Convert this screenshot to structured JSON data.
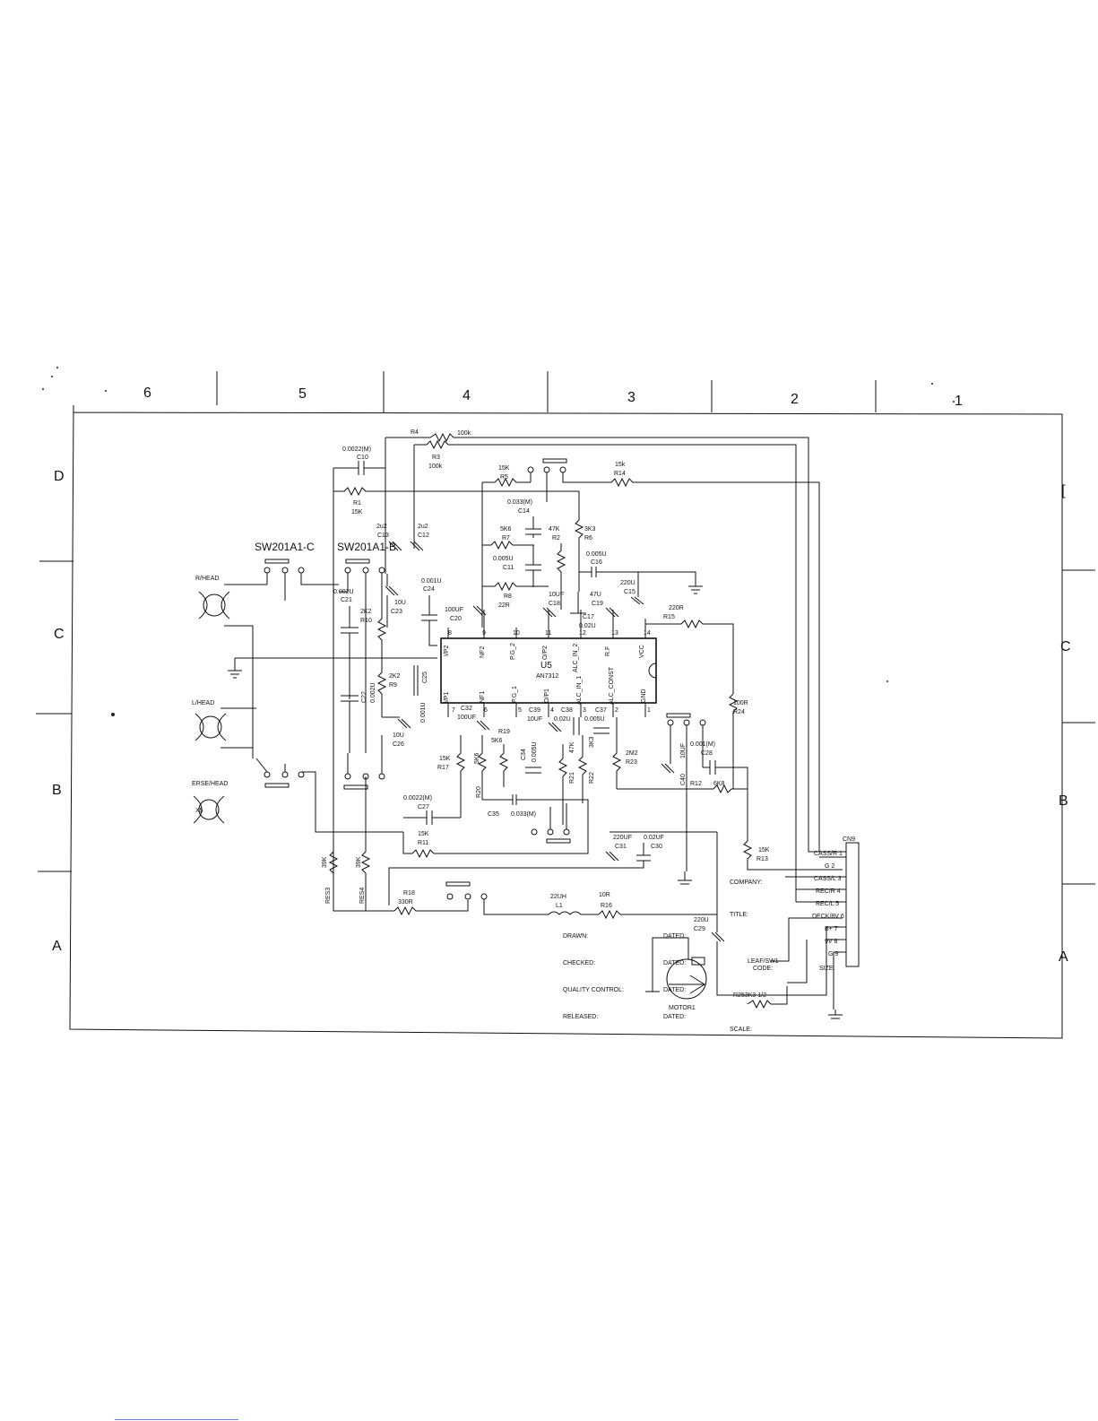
{
  "zones": {
    "top": [
      "6",
      "5",
      "4",
      "3",
      "2",
      "1"
    ],
    "left": [
      "D",
      "C",
      "B",
      "A"
    ],
    "right": [
      "[",
      "C",
      "B",
      "A"
    ]
  },
  "ic": {
    "ref": "U5",
    "part": "AN7312",
    "pins_top": [
      "I/P2",
      "NF2",
      "P.G_2",
      "O/P2",
      "ALC_IN_2",
      "R.F",
      "VCC"
    ],
    "pins_bottom": [
      "I/P1",
      "NF1",
      "P.G_1",
      "O/P1",
      "ALC_IN_1",
      "ALC_CONST",
      "GND"
    ],
    "pin_nums_top": [
      "8",
      "9",
      "10",
      "11",
      "12",
      "13",
      "14"
    ],
    "pin_nums_bottom": [
      "7",
      "6",
      "5",
      "4",
      "3",
      "2",
      "1"
    ]
  },
  "switches": {
    "sw_c": "SW201A1-C",
    "sw_b": "SW201A1-B"
  },
  "heads": {
    "r_head": "R/HEAD",
    "l_head": "L/HEAD",
    "erase_head": "ERSE/HEAD",
    "erase_ref": "X5"
  },
  "components": {
    "r4": "R4",
    "r4_val": "100k",
    "r3": "R3",
    "r3_val": "100k",
    "c10_val": "0.0022(M)",
    "c10": "C10",
    "r1": "R1",
    "r1_val": "15K",
    "c13_val": "2u2",
    "c13": "C13",
    "c12_val": "2u2",
    "c12": "C12",
    "r5_val": "15K",
    "r5": "R5",
    "r14_val": "15k",
    "r14": "R14",
    "c14_val": "0.033(M)",
    "c14": "C14",
    "r7_val": "5K6",
    "r7": "R7",
    "r2_val": "47K",
    "r2": "R2",
    "r6_val": "3K3",
    "r6": "R6",
    "c11_val": "0.005U",
    "c11": "C11",
    "c16_val": "0.005U",
    "c16": "C16",
    "c15_val": "220U",
    "c15": "C15",
    "c24_val": "0.001U",
    "c24": "C24",
    "c21_val": "0.002U",
    "c21": "C21",
    "c23_val": "10U",
    "c23": "C23",
    "c20_val": "100UF",
    "c20": "C20",
    "r8": "R8",
    "r8_val": "22R",
    "c18_val": "10UF",
    "c18": "C18",
    "c19_val": "47U",
    "c19": "C19",
    "c17": "C17",
    "c17_val": "0.02U",
    "r15_val": "220R",
    "r15": "R15",
    "r10_val": "2K2",
    "r10": "R10",
    "c25": "C25",
    "r9_val": "2K2",
    "r9": "R9",
    "c22": "C22",
    "c22_val": "0.002U",
    "c25_val": "0.001U",
    "c26_val": "10U",
    "c26": "C26",
    "c32": "C32",
    "c32_val": "100UF",
    "c39": "C39",
    "c39_val": "10UF",
    "c38": "C38",
    "c38_val": "0.02U",
    "c37": "C37",
    "c37_val": "0.005U",
    "r24_val": "100R",
    "r24": "R24",
    "r19": "R19",
    "r19_val": "5K6",
    "c34": "C34",
    "c34_val": "0.005U",
    "r17_val": "15K",
    "r17": "R17",
    "r20_val": "5K6",
    "r20": "R20",
    "r21": "R21",
    "r21_val": "47K",
    "r22": "R22",
    "r22_val": "3K3",
    "r23_val": "2M2",
    "r23": "R23",
    "c28_val": "0.001(M)",
    "c28": "C28",
    "c40": "C40",
    "c40_val": "10UF",
    "r12": "R12",
    "r12_val": "6K8",
    "c27_val": "0.0022(M)",
    "c27": "C27",
    "c35": "C35",
    "c35_val": "0.033(M)",
    "r11_val": "15K",
    "r11": "R11",
    "c31_val": "220UF",
    "c31": "C31",
    "c30_val": "0.02UF",
    "c30": "C30",
    "r13_val": "15K",
    "r13": "R13",
    "res3_val": "39K",
    "res3": "RES3",
    "res4_val": "39K",
    "res4": "RES4",
    "r18": "R18",
    "r18_val": "330R",
    "l1_val": "22UH",
    "l1": "L1",
    "r16_val": "10R",
    "r16": "R16",
    "c29_val": "220U",
    "c29": "C29",
    "r25_val": "R253K3 1/2",
    "motor": "MOTOR1",
    "leaf_sw": "LEAF/SW1"
  },
  "connector": {
    "ref": "CN9",
    "pins": [
      "CASS/R 1",
      "G 2",
      "CASS/L 3",
      "REC/R 4",
      "REC/L 5",
      "DECK/8V 6",
      "B+ 7",
      "9V 8",
      "G 9"
    ]
  },
  "title_block": {
    "drawn": "DRAWN:",
    "checked": "CHECKED:",
    "quality": "QUALITY CONTROL:",
    "released": "RELEASED:",
    "dated": "DATED:",
    "company": "COMPANY:",
    "title": "TITLE:",
    "code": "CODE:",
    "size": "SIZE:",
    "scale": "SCALE:"
  }
}
